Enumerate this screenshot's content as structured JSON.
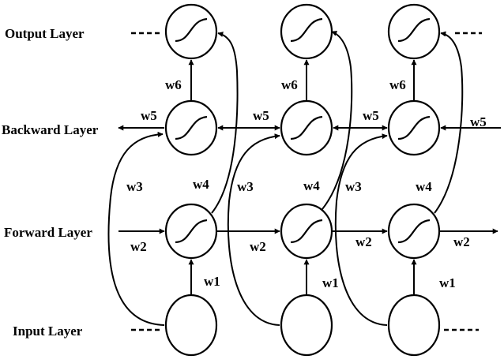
{
  "layers": {
    "output": "Output Layer",
    "backward": "Backward Layer",
    "forward": "Forward Layer",
    "input": "Input Layer"
  },
  "weights": {
    "w1": "w1",
    "w2": "w2",
    "w3": "w3",
    "w4": "w4",
    "w5": "w5",
    "w6": "w6"
  },
  "colors": {
    "stroke": "#000000",
    "background": "#ffffff"
  }
}
